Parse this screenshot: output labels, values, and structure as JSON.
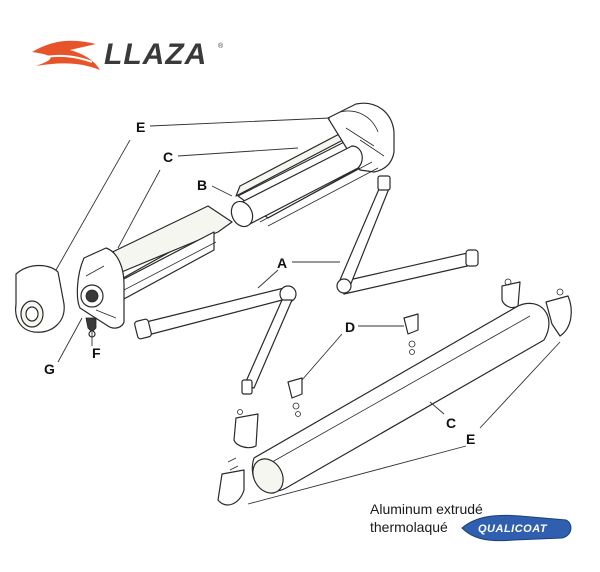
{
  "logo": {
    "wordmark": "LLAZA",
    "trademark": "®",
    "accent_color": "#e8542a"
  },
  "labels": {
    "A": "A",
    "B": "B",
    "C_top": "C",
    "C_bottom": "C",
    "D": "D",
    "E_top": "E",
    "E_bottom": "E",
    "F": "F",
    "G": "G"
  },
  "note": {
    "line1": "Aluminum extrudé",
    "line2": "thermolaqué",
    "badge": "QUALICOAT",
    "badge_color": "#2f5fae"
  }
}
